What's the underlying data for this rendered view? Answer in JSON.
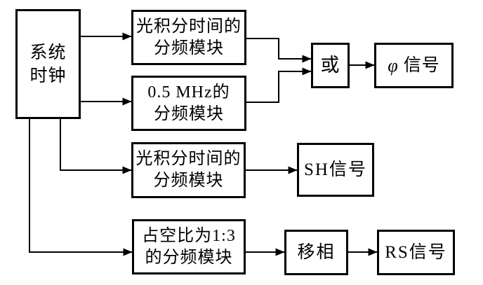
{
  "colors": {
    "line": "#000000",
    "background": "#ffffff",
    "text": "#000000"
  },
  "blocks": {
    "system_clock": {
      "line1": "系统",
      "line2": "时钟"
    },
    "integration_divider_top": {
      "line1": "光积分时间的",
      "line2": "分频模块"
    },
    "mhz_divider": {
      "line1": "0.5 MHz的",
      "line2": "分频模块"
    },
    "or_gate": {
      "label": "或"
    },
    "phi_signal": {
      "symbol": "φ",
      "label": "信号"
    },
    "integration_divider_mid": {
      "line1": "光积分时间的",
      "line2": "分频模块"
    },
    "sh_signal": {
      "label": "SH信号"
    },
    "duty_ratio_divider": {
      "line1": "占空比为1:3",
      "line2": "的分频模块"
    },
    "phase_shifter": {
      "label": "移相"
    },
    "rs_signal": {
      "label": "RS信号"
    }
  }
}
